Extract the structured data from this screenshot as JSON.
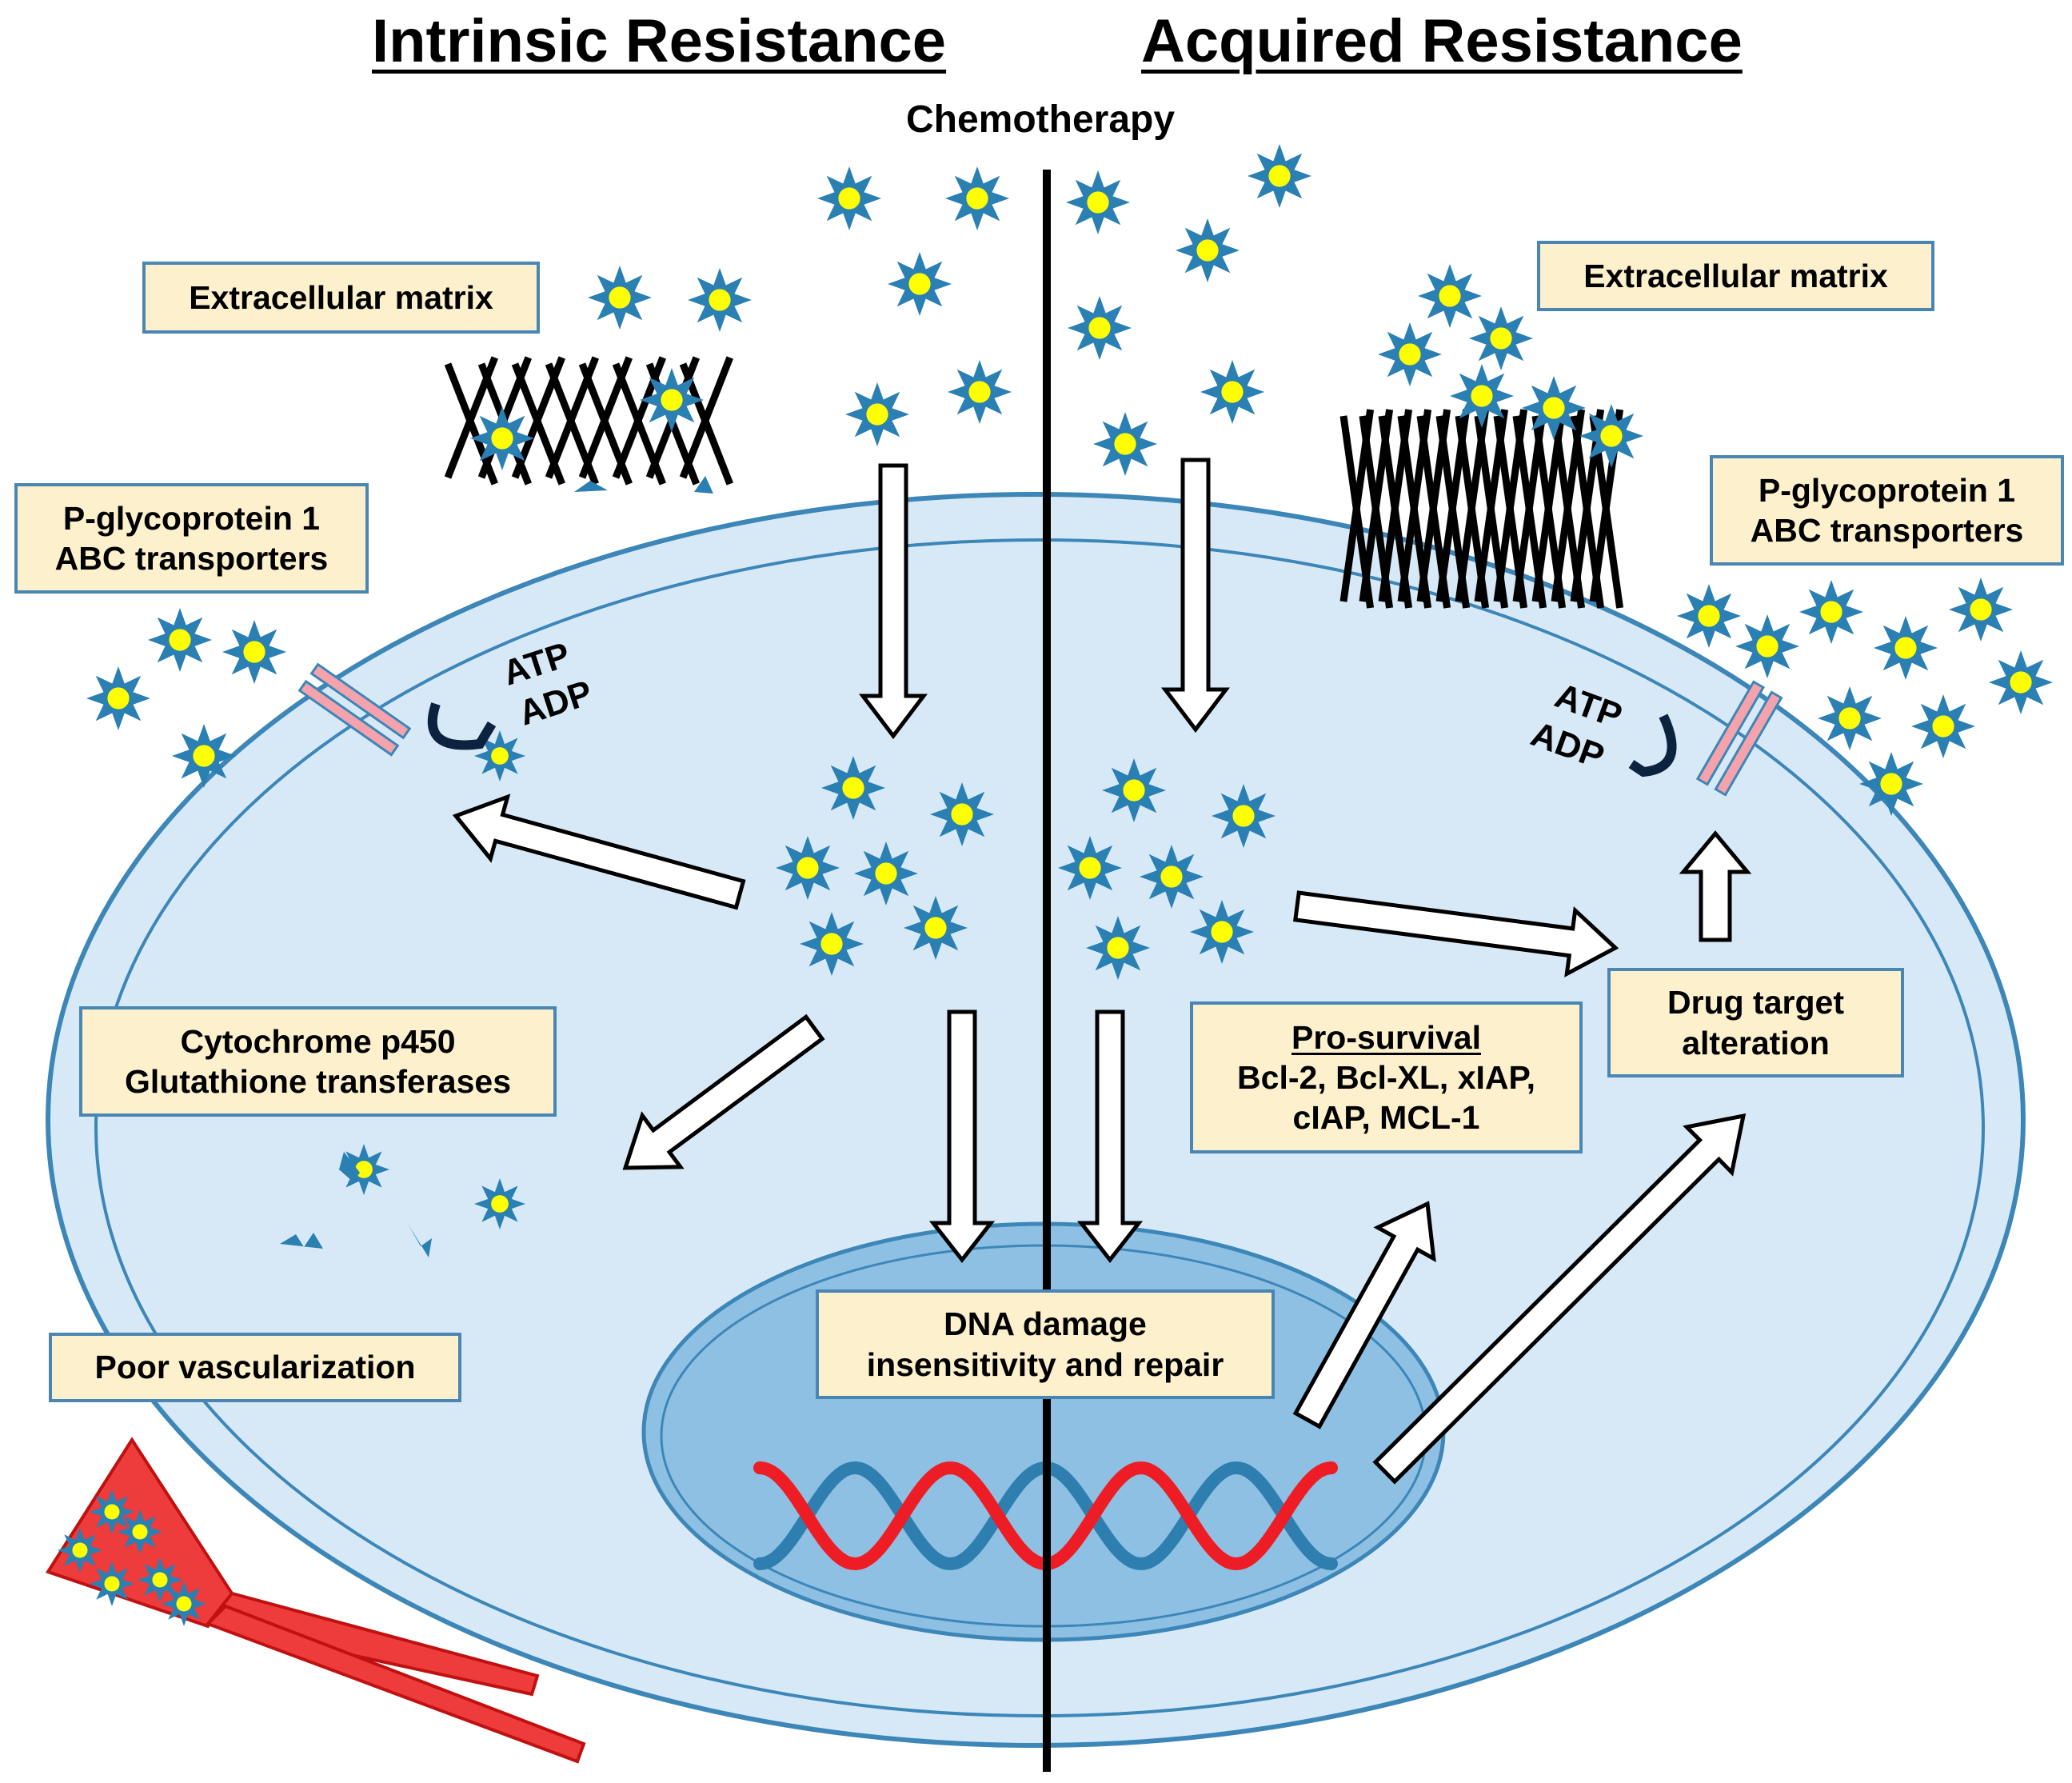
{
  "headings": {
    "intrinsic": "Intrinsic Resistance",
    "acquired": "Acquired Resistance"
  },
  "chemotherapy": "Chemotherapy",
  "labels": {
    "ecm_left": "Extracellular matrix",
    "ecm_right": "Extracellular matrix",
    "pgp_left": [
      "P-glycoprotein 1",
      "ABC transporters"
    ],
    "pgp_right": [
      "P-glycoprotein 1",
      "ABC transporters"
    ],
    "cyp": [
      "Cytochrome p450",
      "Glutathione transferases"
    ],
    "vascular": "Poor vascularization",
    "dna": [
      "DNA damage",
      "insensitivity and repair"
    ],
    "prosurvival_title": "Pro-survival",
    "prosurvival": [
      "Bcl-2, Bcl-XL, xIAP,",
      "cIAP, MCL-1"
    ],
    "target": [
      "Drug target",
      "alteration"
    ],
    "atp": "ATP",
    "adp": "ADP"
  },
  "colors": {
    "cell_fill": "#d7e9f6",
    "cell_stroke": "#3d86b8",
    "nucleus_fill": "#8ec0e3",
    "box_fill": "#fdf0cd",
    "box_border": "#4a86b3",
    "drug_star": "#2a7fb3",
    "drug_core": "#ffff00",
    "dna_red": "#ee1c24",
    "dna_blue": "#2e7fb0",
    "vessel": "#ee3b3b",
    "pump": "#f4a3ad"
  }
}
